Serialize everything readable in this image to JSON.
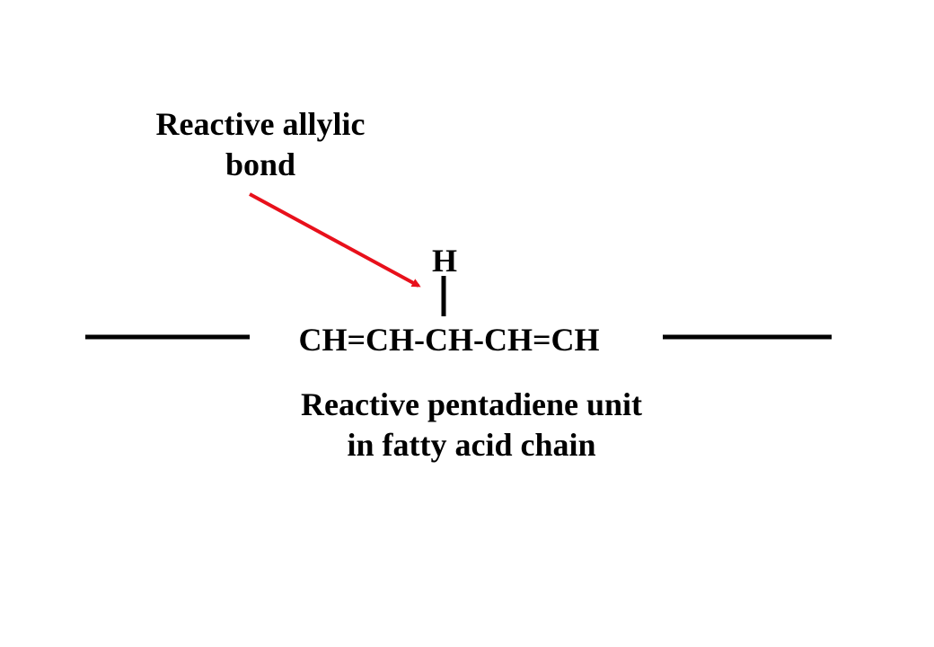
{
  "annotation": {
    "line1": "Reactive allylic",
    "line2": "bond",
    "arrow_color": "#e8101b"
  },
  "molecule": {
    "hydrogen": "H",
    "formula": "CH=CH-CH-CH=CH"
  },
  "caption": {
    "line1": "Reactive pentadiene unit",
    "line2": "in fatty acid chain"
  }
}
